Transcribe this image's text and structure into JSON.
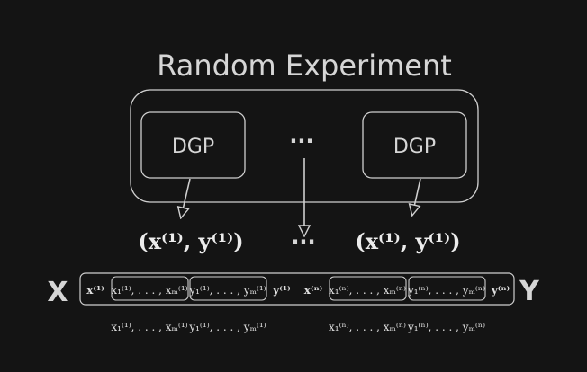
{
  "title": "Random Experiment",
  "dgp_label": "DGP",
  "ellipsis": "···",
  "sample_left": "(x⁽¹⁾, y⁽¹⁾)",
  "sample_right": "(x⁽¹⁾, y⁽¹⁾)",
  "matrix_x_label": "X",
  "matrix_y_label": "Y",
  "row": {
    "x1": "x⁽¹⁾",
    "x1_cells": "x₁⁽¹⁾, . . . , xₘ⁽¹⁾",
    "y1_cells": "y₁⁽¹⁾, . . . , yₘ⁽¹⁾",
    "y1": "y⁽¹⁾",
    "xn": "x⁽ⁿ⁾",
    "xn_cells": "x₁⁽ⁿ⁾, . . . , xₘ⁽ⁿ⁾",
    "yn_cells": "y₁⁽ⁿ⁾, . . . , yₘ⁽ⁿ⁾",
    "yn": "y⁽ⁿ⁾"
  },
  "below": {
    "x1_cells": "x₁⁽¹⁾, . . . , xₘ⁽¹⁾",
    "y1_cells": "y₁⁽¹⁾, . . . , yₘ⁽¹⁾",
    "xn_cells": "x₁⁽ⁿ⁾, . . . , xₘ⁽ⁿ⁾",
    "yn_cells": "y₁⁽ⁿ⁾, . . . , yₘ⁽ⁿ⁾"
  },
  "colors": {
    "background": "#141414",
    "stroke": "#cfcfcf",
    "text": "#d6d6d6"
  }
}
